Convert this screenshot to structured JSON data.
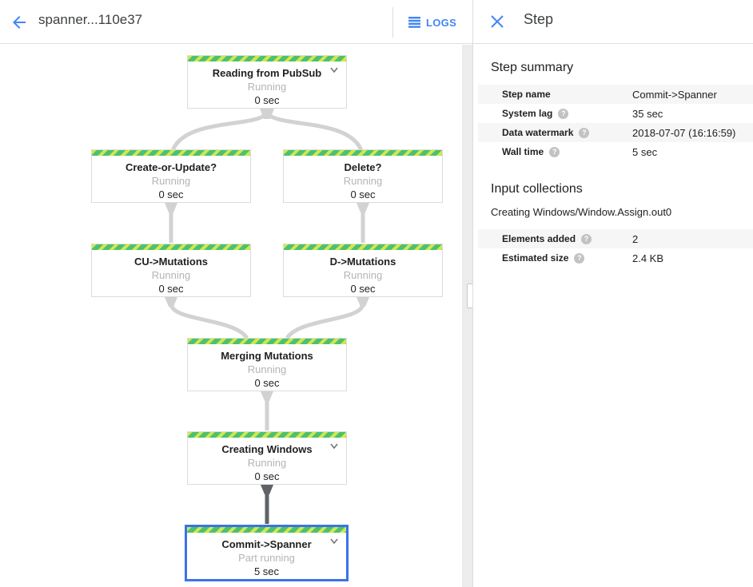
{
  "header": {
    "title": "spanner...110e37",
    "logs_label": "LOGS"
  },
  "panel": {
    "title": "Step",
    "step_summary": {
      "heading": "Step summary",
      "rows": [
        {
          "label": "Step name",
          "value": "Commit->Spanner"
        },
        {
          "label": "System lag",
          "value": "35 sec"
        },
        {
          "label": "Data watermark",
          "value": "2018-07-07 (16:16:59)"
        },
        {
          "label": "Wall time",
          "value": "5 sec"
        }
      ]
    },
    "input_collections": {
      "heading": "Input collections",
      "collection_name": "Creating Windows/Window.Assign.out0",
      "rows": [
        {
          "label": "Elements added",
          "value": "2"
        },
        {
          "label": "Estimated size",
          "value": "2.4 KB"
        }
      ]
    },
    "help_glyph": "?"
  },
  "graph": {
    "nodes": [
      {
        "title": "Reading from PubSub",
        "status": "Running",
        "time": "0 sec",
        "expandable": true,
        "selected": false
      },
      {
        "title": "Create-or-Update?",
        "status": "Running",
        "time": "0 sec",
        "expandable": false,
        "selected": false
      },
      {
        "title": "Delete?",
        "status": "Running",
        "time": "0 sec",
        "expandable": false,
        "selected": false
      },
      {
        "title": "CU->Mutations",
        "status": "Running",
        "time": "0 sec",
        "expandable": false,
        "selected": false
      },
      {
        "title": "D->Mutations",
        "status": "Running",
        "time": "0 sec",
        "expandable": false,
        "selected": false
      },
      {
        "title": "Merging Mutations",
        "status": "Running",
        "time": "0 sec",
        "expandable": false,
        "selected": false
      },
      {
        "title": "Creating Windows",
        "status": "Running",
        "time": "0 sec",
        "expandable": true,
        "selected": false
      },
      {
        "title": "Commit->Spanner",
        "status": "Part running",
        "time": "5 sec",
        "expandable": true,
        "selected": true
      }
    ]
  },
  "colors": {
    "accent_blue": "#4285f4",
    "selected_border": "#3b73e8",
    "stripe_light_green": "#cbe952",
    "stripe_dark_green": "#4fc06d",
    "edge_gray": "#d2d2d2",
    "edge_dark": "#5f6368",
    "status_gray": "#b4b4b4"
  }
}
